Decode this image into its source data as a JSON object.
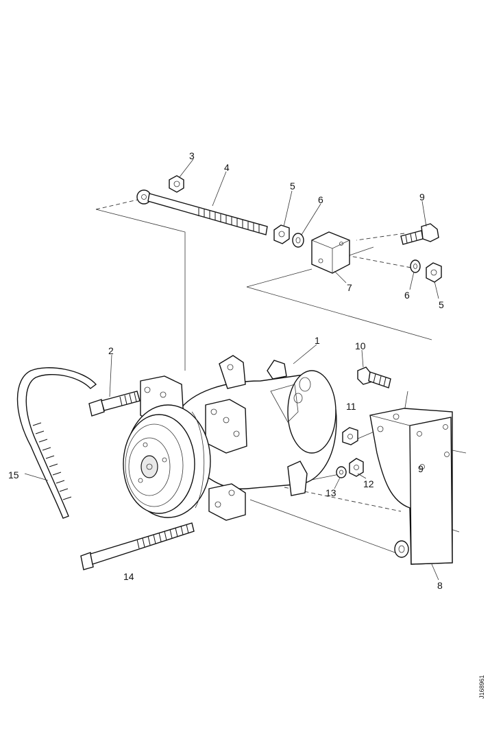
{
  "diagram": {
    "callouts": [
      {
        "id": "c1",
        "label": "1"
      },
      {
        "id": "c2",
        "label": "2"
      },
      {
        "id": "c3",
        "label": "3"
      },
      {
        "id": "c4",
        "label": "4"
      },
      {
        "id": "c5a",
        "label": "5"
      },
      {
        "id": "c5b",
        "label": "5"
      },
      {
        "id": "c6a",
        "label": "6"
      },
      {
        "id": "c6b",
        "label": "6"
      },
      {
        "id": "c7",
        "label": "7"
      },
      {
        "id": "c8",
        "label": "8"
      },
      {
        "id": "c9a",
        "label": "9"
      },
      {
        "id": "c9b",
        "label": "9"
      },
      {
        "id": "c10",
        "label": "10"
      },
      {
        "id": "c11",
        "label": "11"
      },
      {
        "id": "c12",
        "label": "12"
      },
      {
        "id": "c13",
        "label": "13"
      },
      {
        "id": "c14",
        "label": "14"
      },
      {
        "id": "c15",
        "label": "15"
      }
    ],
    "reference_code": "J168961"
  }
}
